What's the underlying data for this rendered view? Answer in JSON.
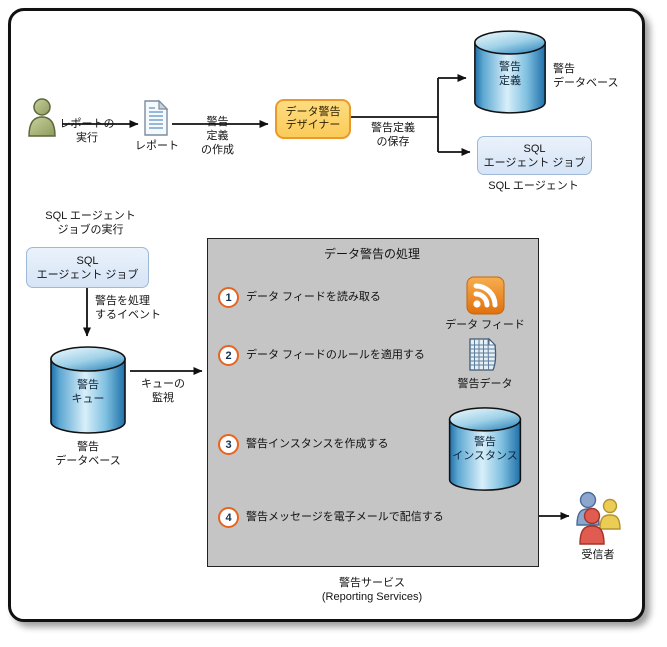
{
  "top_flow": {
    "report_user_label": "レポートの\n実行",
    "report_label": "レポート",
    "create_alert_label": "警告\n定義\nの作成",
    "designer_box": "データ警告\nデザイナー",
    "save_alert_label": "警告定義\nの保存",
    "alert_def_cylinder": "警告\n定義",
    "alert_db_label": "警告\nデータベース",
    "sql_agent_job_box": "SQL\nエージェント ジョブ",
    "sql_agent_label": "SQL エージェント"
  },
  "left_flow": {
    "sql_job_run_label": "SQL エージェント\nジョブの実行",
    "sql_agent_job_box": "SQL\nエージェント ジョブ",
    "process_event_label": "警告を処理\nするイベント",
    "alert_queue_cylinder": "警告\nキュー",
    "alert_db_label": "警告\nデータベース",
    "queue_monitor_label": "キューの\n監視"
  },
  "process_box": {
    "title": "データ警告の処理",
    "steps": [
      {
        "num": "1",
        "text": "データ フィードを読み取る"
      },
      {
        "num": "2",
        "text": "データ フィードのルールを適用する"
      },
      {
        "num": "3",
        "text": "警告インスタンスを作成する"
      },
      {
        "num": "4",
        "text": "警告メッセージを電子メールで配信する"
      }
    ],
    "data_feed_label": "データ フィード",
    "alert_data_label": "警告データ",
    "alert_instance_cylinder": "警告\nインスタンス",
    "recipients_label": "受信者"
  },
  "footer": {
    "caption": "警告サービス\n(Reporting Services)"
  },
  "colors": {
    "accent_orange_ring": "#E8641E",
    "designer_box_fill": "#FBCB5B",
    "designer_box_border": "#E99A2B",
    "sql_box_fill": "#DCE8F8",
    "sql_box_border": "#9FB8D8",
    "process_box_fill": "#C5C5C5",
    "cylinder_blue": "#1E6FA9",
    "rss_orange": "#E8770F"
  }
}
